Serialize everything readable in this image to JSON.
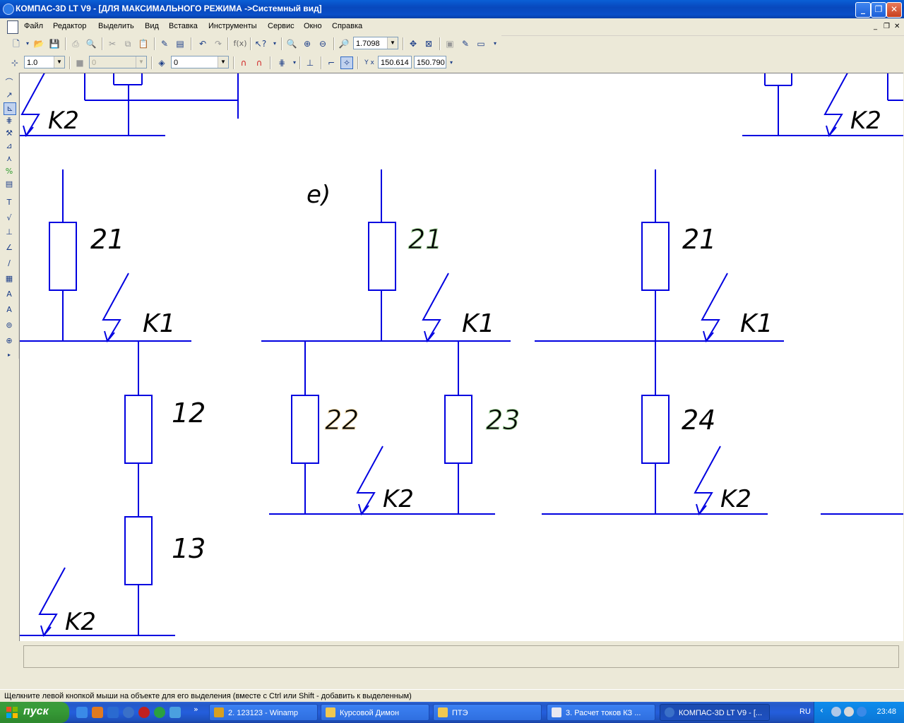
{
  "window": {
    "title": "КОМПАС-3D LT V9 - [ДЛЯ МАКСИМАЛЬНОГО РЕЖИМА ->Системный вид]"
  },
  "menu": [
    "Файл",
    "Редактор",
    "Выделить",
    "Вид",
    "Вставка",
    "Инструменты",
    "Сервис",
    "Окно",
    "Справка"
  ],
  "toolbar": {
    "zoom_value": "1.7098",
    "step_value": "1.0",
    "style_value": "0",
    "layer_value": "0",
    "coord_x": "150.614",
    "coord_y": "150.790",
    "fx_label": "f(x)",
    "coord_label": "Y x"
  },
  "drawing": {
    "label_e": "e)",
    "labels": {
      "top_left_k2": "K2",
      "top_right_k2": "K2",
      "left_21": "21",
      "left_k1": "K1",
      "left_12": "12",
      "left_13": "13",
      "left_k2": "K2",
      "mid_21": "21",
      "mid_k1": "K1",
      "mid_22": "22",
      "mid_23": "23",
      "mid_k2": "K2",
      "right_21": "21",
      "right_k1": "K1",
      "right_24": "24",
      "right_k2": "K2"
    },
    "line_color": "#0000e0",
    "ghost_color": "#a8d8a0"
  },
  "status": {
    "hint": "Щелкните левой кнопкой мыши на объекте для его выделения (вместе с Ctrl или Shift - добавить к выделенным)"
  },
  "taskbar": {
    "start_label": "пуск",
    "tasks": [
      {
        "label": "2. 123123 - Winamp"
      },
      {
        "label": "Курсовой Димон"
      },
      {
        "label": "ПТЭ"
      },
      {
        "label": "3. Расчет токов КЗ ..."
      },
      {
        "label": "КОМПАС-3D LT V9 - [..."
      }
    ],
    "lang": "RU",
    "clock": "23:48"
  }
}
